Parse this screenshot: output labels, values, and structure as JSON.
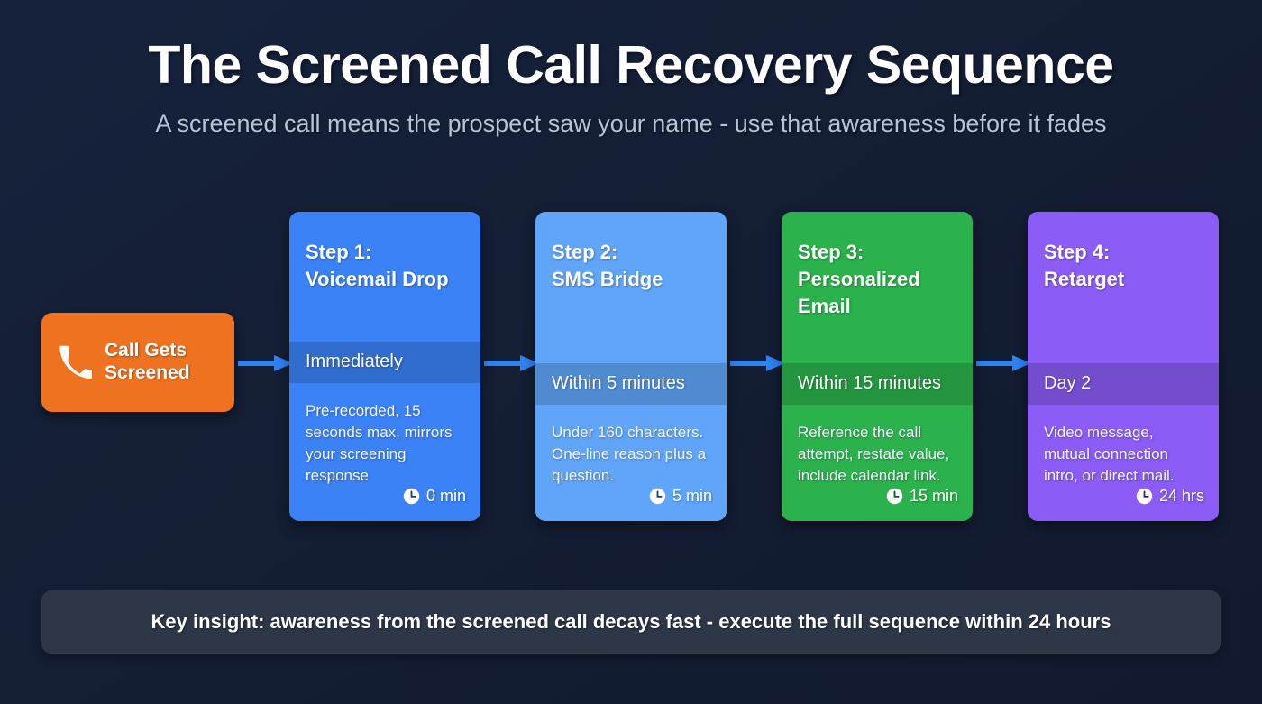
{
  "header": {
    "title": "The Screened Call Recovery Sequence",
    "subtitle": "A screened call means the prospect saw your name - use that awareness before it fades"
  },
  "start_node": {
    "icon": "phone-icon",
    "label_line1": "Call Gets",
    "label_line2": "Screened",
    "color": "#ef7220"
  },
  "steps": [
    {
      "title_line1": "Step 1:",
      "title_line2": "Voicemail Drop",
      "timing": "Immediately",
      "description": "Pre-recorded, 15 seconds max, mirrors your screening response",
      "badge": "0 min",
      "badge_icon": "clock-icon",
      "color": "#3b82f6"
    },
    {
      "title_line1": "Step 2:",
      "title_line2": "SMS Bridge",
      "timing": "Within 5 minutes",
      "description": "Under 160 characters. One-line reason plus a question.",
      "badge": "5 min",
      "badge_icon": "clock-icon",
      "color": "#60a5fa"
    },
    {
      "title_line1": "Step 3:",
      "title_line2": "Personalized Email",
      "timing": "Within 15 minutes",
      "description": "Reference the call attempt, restate value, include calendar link.",
      "badge": "15 min",
      "badge_icon": "clock-icon",
      "color": "#2bb24c"
    },
    {
      "title_line1": "Step 4:",
      "title_line2": "Retarget",
      "timing": "Day 2",
      "description": "Video message, mutual connection intro, or direct mail.",
      "badge": "24 hrs",
      "badge_icon": "clock-icon",
      "color": "#8b5cf6"
    }
  ],
  "connectors": {
    "color": "#2f82f0",
    "count": 4
  },
  "footer": {
    "text": "Key insight: awareness from the screened call decays fast - execute the full sequence within 24 hours",
    "color": "#2d3748"
  },
  "background_color": "#15213a"
}
